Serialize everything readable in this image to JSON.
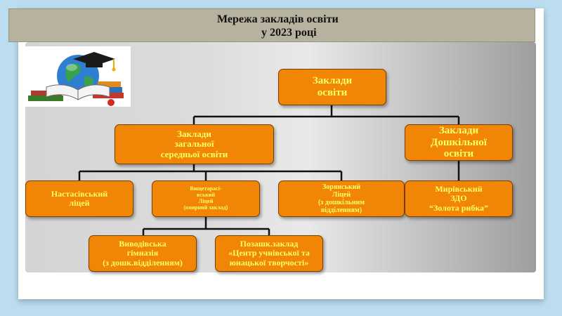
{
  "title": {
    "line1": "Мережа закладів освіти",
    "line2": "у 2023 році"
  },
  "logo_icon": "graduation-cap-globe-books-icon",
  "colors": {
    "node_fill": "#f18506",
    "node_text": "#ffff66",
    "title_bar": "#b7b19f",
    "page_bg": "#bcdcf0"
  },
  "nodes": {
    "root": "Заклади\nосвіти",
    "general": "Заклади\nзагальної\nсередньої освіти",
    "preschool": "Заклади\nДошкільної\nосвіти",
    "nastasiv": "Настасівський\nліцей",
    "vyshchetarasivskyi": "Вищетарасі-\nвський\nЛіцей\n(опорний заклад)",
    "zorianskyi": "Зорянський\nЛіцей\n(з дошкільним\nвідділенням)",
    "myrivskyi": "Мирівський\nЗДО\n“Золота рибка”",
    "vyvodivska": "Виводівська\nгімназія\n(з дошк.відділенням)",
    "pozashk": "Позашк.заклад\n«Центр учнівської та\nюнацької творчості»"
  }
}
